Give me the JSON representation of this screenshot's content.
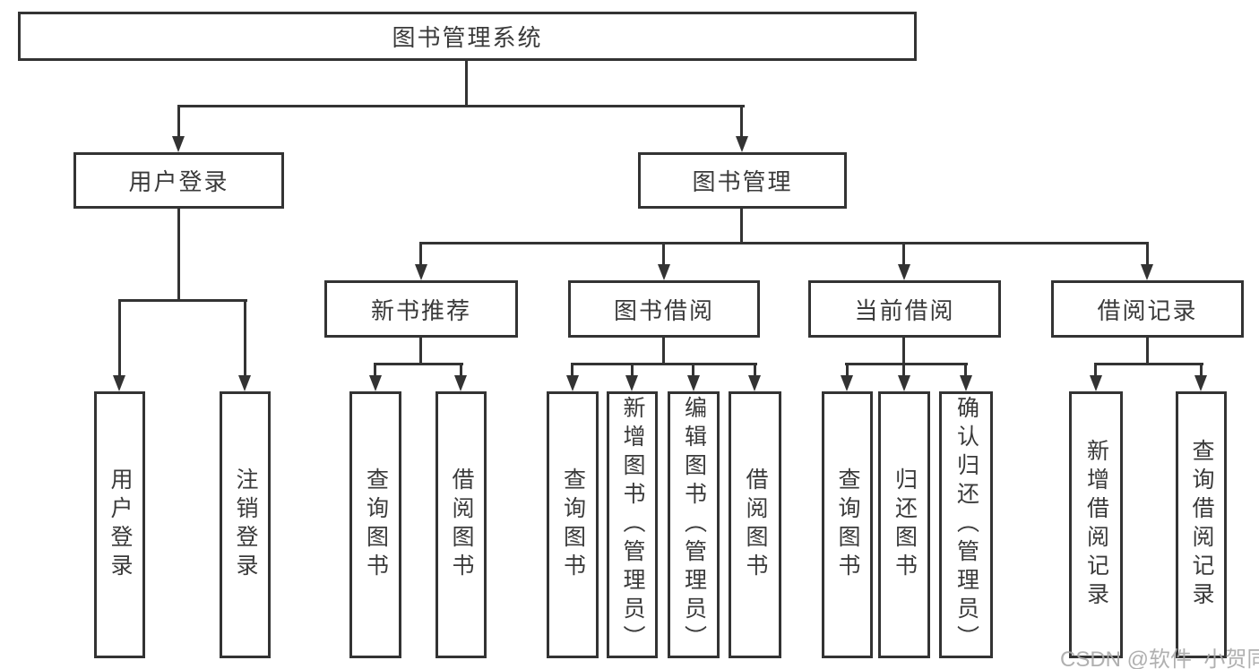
{
  "nodes": {
    "root": {
      "label": "图书管理系统"
    },
    "level2": [
      {
        "label": "用户登录"
      },
      {
        "label": "图书管理"
      }
    ],
    "level3": [
      {
        "label": "新书推荐",
        "parent": "图书管理"
      },
      {
        "label": "图书借阅",
        "parent": "图书管理"
      },
      {
        "label": "当前借阅",
        "parent": "图书管理"
      },
      {
        "label": "借阅记录",
        "parent": "图书管理"
      }
    ],
    "leaves": [
      {
        "label": "用户登录",
        "parent": "用户登录"
      },
      {
        "label": "注销登录",
        "parent": "用户登录"
      },
      {
        "label": "查询图书",
        "parent": "新书推荐"
      },
      {
        "label": "借阅图书",
        "parent": "新书推荐"
      },
      {
        "label": "查询图书",
        "parent": "图书借阅"
      },
      {
        "label": "新增图书（管理员）",
        "parent": "图书借阅"
      },
      {
        "label": "编辑图书（管理员）",
        "parent": "图书借阅"
      },
      {
        "label": "借阅图书",
        "parent": "图书借阅"
      },
      {
        "label": "查询图书",
        "parent": "当前借阅"
      },
      {
        "label": "归还图书",
        "parent": "当前借阅"
      },
      {
        "label": "确认归还（管理员）",
        "parent": "当前借阅"
      },
      {
        "label": "新增借阅记录",
        "parent": "借阅记录"
      },
      {
        "label": "查询借阅记录",
        "parent": "借阅记录"
      }
    ]
  },
  "watermark": {
    "text": "CSDN @软件_小贺同学"
  },
  "colors": {
    "line": "#333333",
    "text": "#3a3a3a",
    "watermark": "#a8a8a8",
    "background": "#ffffff"
  }
}
